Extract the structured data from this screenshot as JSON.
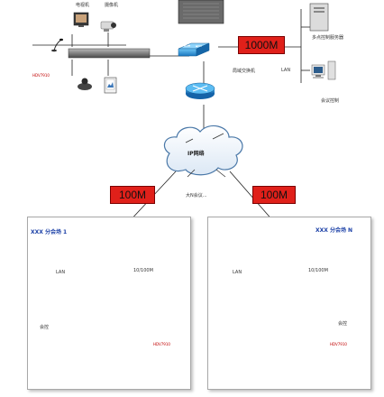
{
  "diagram": {
    "top": {
      "label_monitor": "电视机",
      "label_camera": "摄像机",
      "label_terminal": "HDV7910",
      "label_mcu_server": "多点控制服务器",
      "label_switch": "局域交换机",
      "label_lan": "LAN",
      "label_client": "会议控制",
      "speed": "1000M"
    },
    "cloud_label": "IP网络",
    "network_note": "大N会议...",
    "link_left_speed": "100M",
    "link_right_speed": "100M",
    "branches": [
      {
        "title": "XXX 分会场 1",
        "label_lan": "LAN",
        "label_speed": "10/100M",
        "label_pc": "会控",
        "label_terminal": "HDV7910"
      },
      {
        "title": "XXX 分会场 N",
        "label_lan": "LAN",
        "label_speed": "10/100M",
        "label_pc": "会控",
        "label_terminal": "HDV7910"
      }
    ],
    "colors": {
      "speed_box": "#e0201a",
      "branch_title": "#1a3fa6",
      "switch_blue": "#1d8fd6",
      "router_blue": "#1a7ec8",
      "terminal_label": "#c00000"
    }
  }
}
